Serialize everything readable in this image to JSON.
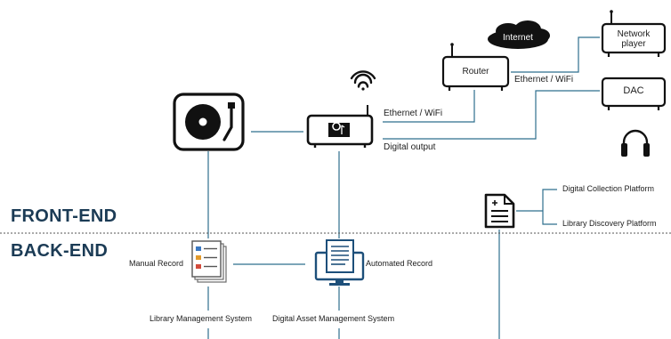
{
  "sections": {
    "front_end": "FRONT-END",
    "back_end": "BACK-END"
  },
  "devices": {
    "internet": "Internet",
    "router": "Router",
    "network_player": "Network player",
    "dac": "DAC"
  },
  "connections": {
    "router_link": "Ethernet / WiFi",
    "network_player_link": "Ethernet / WiFi",
    "digital_output": "Digital output"
  },
  "platforms": {
    "digital_collection": "Digital Collection Platform",
    "library_discovery": "Library Discovery Platform"
  },
  "records": {
    "manual": "Manual Record",
    "automated": "Automated Record"
  },
  "systems": {
    "library_management": "Library Management System",
    "digital_asset_management": "Digital Asset Management System"
  },
  "colors": {
    "line": "#2e6f8e",
    "section_text": "#1b3b55",
    "icon": "#111111",
    "cloud": "#111111"
  }
}
